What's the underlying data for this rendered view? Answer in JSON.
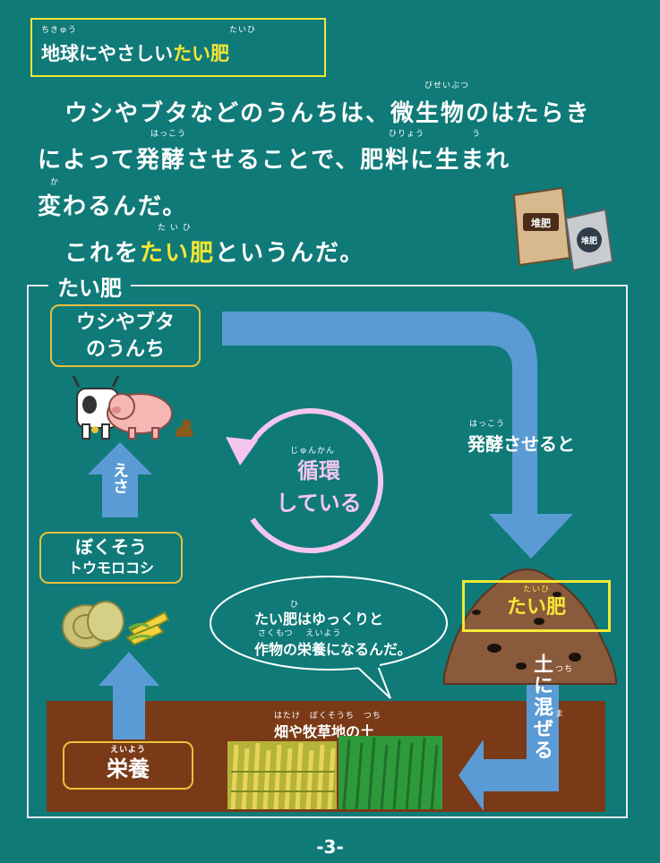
{
  "title": {
    "ruby_chikyuu": "ちきゅう",
    "ruby_taihi": "たいひ",
    "text_plain": "地球にやさしい",
    "text_highlight": "たい肥"
  },
  "intro": {
    "line1": "ウシやブタなどのうんちは、微生物のはたらき",
    "line1_ruby": "びせいぶつ",
    "line2": "によって発酵させることで、肥料に生まれ",
    "line2_ruby_hakkou": "はっこう",
    "line2_ruby_hiryou": "ひりょう",
    "line2_ruby_u": "う",
    "line3": "変わるんだ。",
    "line3_ruby": "か",
    "line4_pre": "これを",
    "line4_highlight": "たい肥",
    "line4_post": "というんだ。",
    "line4_ruby": "た い ひ"
  },
  "bags": {
    "bag1_label": "堆肥",
    "bag2_label": "堆肥"
  },
  "diagram": {
    "frame_label": "たい肥",
    "node_dung_line1": "ウシやブタ",
    "node_dung_line2": "のうんち",
    "esa": "えさ",
    "node_feed_line1": "ぼくそう",
    "node_feed_line2": "トウモロコシ",
    "node_nutrition": "栄養",
    "node_nutrition_ruby": "えいよう",
    "cycle_ruby": "じゅんかん",
    "cycle_line1": "循環",
    "cycle_line2": "している",
    "ferment_ruby": "はっこう",
    "ferment_text": "発酵させると",
    "compost_ruby": "たいひ",
    "compost_label": "たい肥",
    "bubble_line1": "たい肥はゆっくりと",
    "bubble_line1_ruby": "ひ",
    "bubble_line2": "作物の栄養になるんだ。",
    "bubble_line2_ruby": "さくもつ　 えいよう",
    "mix_ruby_tsuchi": "つち",
    "mix_ruby_ma": "ま",
    "mix_text": "土に混ぜる",
    "field_label": "畑や牧草地の土",
    "field_ruby": "はたけ　ぼくそうち　つち"
  },
  "page_number": "-3-",
  "colors": {
    "background": "#0f7a78",
    "highlight": "#f4e735",
    "arrow": "#5b9bd5",
    "cycle": "#f4c6ef",
    "soil": "#7a3a17"
  }
}
